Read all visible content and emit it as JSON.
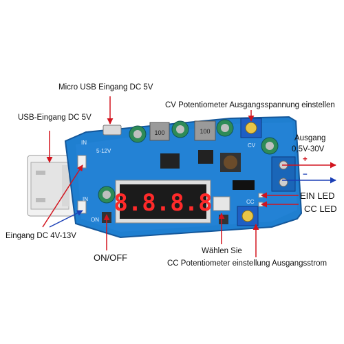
{
  "labels": {
    "micro_usb": "Micro USB Eingang DC 5V",
    "usb_eingang": "USB-Eingang DC 5V",
    "cv_poti": "CV Potentiometer Ausgangsspannung einstellen",
    "ausgang": "Ausgang",
    "ausgang_range": "0,5V-30V",
    "plus": "+",
    "minus": "−",
    "ein_led": "EIN LED",
    "cc_led": "CC LED",
    "eingang_dc": "Eingang DC 4V-13V",
    "on_off": "ON/OFF",
    "waehlen": "Wählen Sie",
    "cc_poti": "CC Potentiometer einstellung Ausgangsstrom"
  },
  "board": {
    "display_digits": "8.8.8.8",
    "silk_in": "IN",
    "silk_in2": "IN",
    "silk_range": "5-12V",
    "silk_cv": "CV",
    "silk_cc": "CC",
    "silk_on": "ON",
    "inductor_value": "100",
    "inductor_value2": "100"
  },
  "colors": {
    "pcb": "#1f7fd0",
    "pcb_dark": "#14579a",
    "arrow_red": "#d2141e",
    "arrow_blue": "#1b3fb5",
    "display_segment": "#ff2a2a",
    "terminal": "#1a66b8"
  }
}
